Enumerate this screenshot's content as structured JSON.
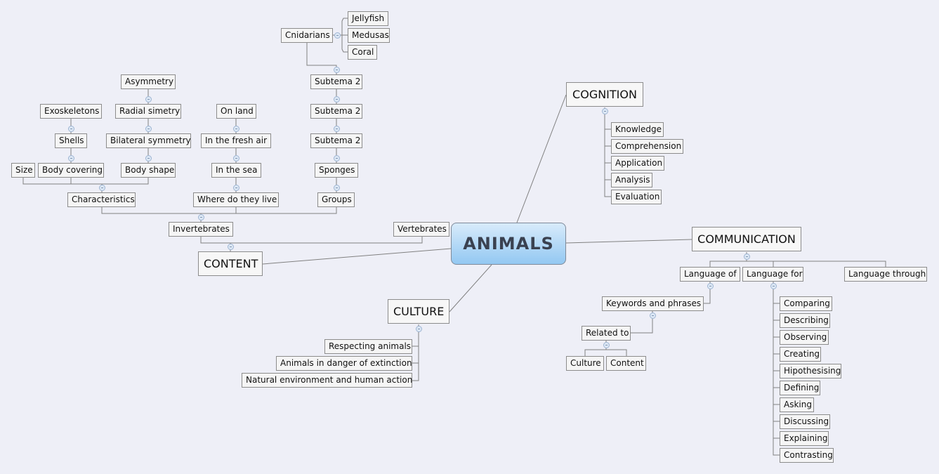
{
  "colors": {
    "background": "#eeeff7",
    "node_fill": "#f5f5f5",
    "node_border": "#8c8c8c",
    "central_gradient_top": "#d8ebfb",
    "central_gradient_bottom": "#93c8f2",
    "central_text": "#3a4150",
    "connector": "#808080"
  },
  "central": {
    "label": "ANIMALS"
  },
  "content": {
    "label": "CONTENT",
    "invertebrates": {
      "label": "Invertebrates",
      "characteristics": {
        "label": "Characteristics",
        "size": "Size",
        "body_covering": {
          "label": "Body covering",
          "chain": [
            "Shells",
            "Exoskeletons"
          ]
        },
        "body_shape": {
          "label": "Body shape",
          "chain": [
            "Bilateral symmetry",
            "Radial simetry",
            "Asymmetry"
          ]
        }
      },
      "where_do_they_live": {
        "label": "Where do they live",
        "chain": [
          "In the sea",
          "In the fresh air",
          "On land"
        ]
      },
      "groups": {
        "label": "Groups",
        "chain": [
          "Sponges",
          "Subtema 2",
          "Subtema 2",
          "Subtema 2"
        ],
        "cnidarians": {
          "label": "Cnidarians",
          "children": [
            "Jellyfish",
            "Medusas",
            "Coral"
          ]
        }
      }
    },
    "vertebrates": {
      "label": "Vertebrates"
    }
  },
  "cognition": {
    "label": "COGNITION",
    "children": [
      "Knowledge",
      "Comprehension",
      "Application",
      "Analysis",
      "Evaluation"
    ]
  },
  "communication": {
    "label": "COMMUNICATION",
    "language_of": {
      "label": "Language of",
      "keywords": {
        "label": "Keywords and phrases",
        "related_to": {
          "label": "Related to",
          "children": [
            "Culture",
            "Content"
          ]
        }
      }
    },
    "language_for": {
      "label": "Language for",
      "children": [
        "Comparing",
        "Describing",
        "Observing",
        "Creating",
        "Hipothesising",
        "Defining",
        "Asking",
        "Discussing",
        "Explaining",
        "Contrasting"
      ]
    },
    "language_through": {
      "label": "Language through"
    }
  },
  "culture": {
    "label": "CULTURE",
    "children": [
      "Respecting animals",
      "Animals in danger of extinction",
      "Natural environment and human action"
    ]
  }
}
